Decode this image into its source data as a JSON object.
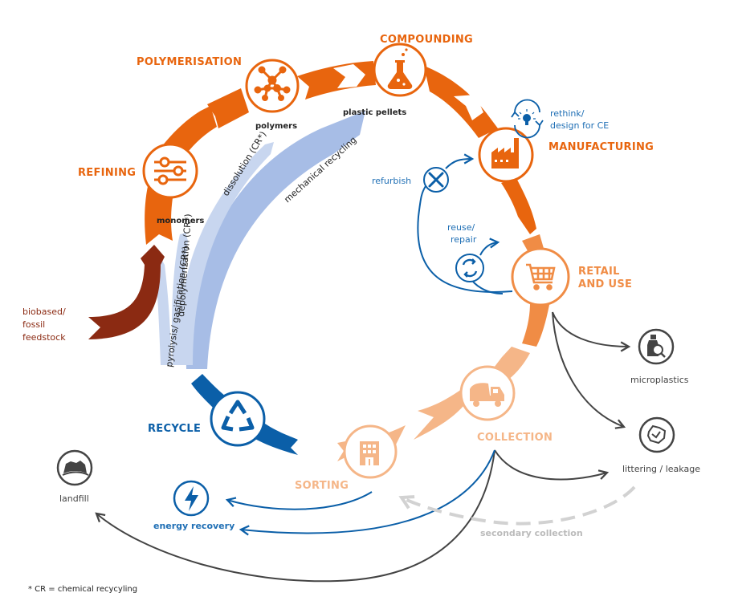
{
  "colors": {
    "orange_dark": "#e8650e",
    "orange_mid": "#f08c45",
    "orange_light": "#f5b688",
    "blue": "#0b5fa8",
    "blue_text": "#1f6fb5",
    "lavender_light": "#c8d6ef",
    "lavender_mid": "#a7bde6",
    "feedstock_brown": "#8b2a12",
    "gray_dark": "#444444",
    "gray_light": "#d2d2d2",
    "gray_text": "#bbbbbb"
  },
  "stages": [
    {
      "id": "refining",
      "label": "REFINING",
      "icon": "sliders-icon"
    },
    {
      "id": "polymerisation",
      "label": "POLYMERISATION",
      "icon": "molecule-icon"
    },
    {
      "id": "compounding",
      "label": "COMPOUNDING",
      "icon": "flask-icon"
    },
    {
      "id": "manufacturing",
      "label": "MANUFACTURING",
      "icon": "factory-icon"
    },
    {
      "id": "retail",
      "label_line1": "RETAIL",
      "label_line2": "AND USE",
      "icon": "shopping-cart-icon"
    },
    {
      "id": "collection",
      "label": "COLLECTION",
      "icon": "truck-icon"
    },
    {
      "id": "sorting",
      "label": "SORTING",
      "icon": "building-icon"
    },
    {
      "id": "recycle",
      "label": "RECYCLE",
      "icon": "recycle-icon"
    }
  ],
  "materials": {
    "monomers": "monomers",
    "polymers": "polymers",
    "plastic_pellets": "plastic pellets"
  },
  "recycling_paths": {
    "pyrolysis": "pyrolysis/ gasification (CR*)",
    "depolymerization": "depolymerization (CR*)",
    "dissolution": "dissolution (CR*)",
    "mechanical": "mechanical recycling"
  },
  "feedstock": {
    "line1": "biobased/",
    "line2": "fossil",
    "line3": "feedstock"
  },
  "circular_strategies": {
    "rethink_line1": "rethink/",
    "rethink_line2": "design for CE",
    "refurbish": "refurbish",
    "reuse_line1": "reuse/",
    "reuse_line2": "repair"
  },
  "outputs": {
    "microplastics": "microplastics",
    "littering": "littering / leakage",
    "landfill": "landfill",
    "energy_recovery": "energy recovery",
    "secondary_collection": "secondary collection"
  },
  "footnote": "* CR = chemical recycyling"
}
